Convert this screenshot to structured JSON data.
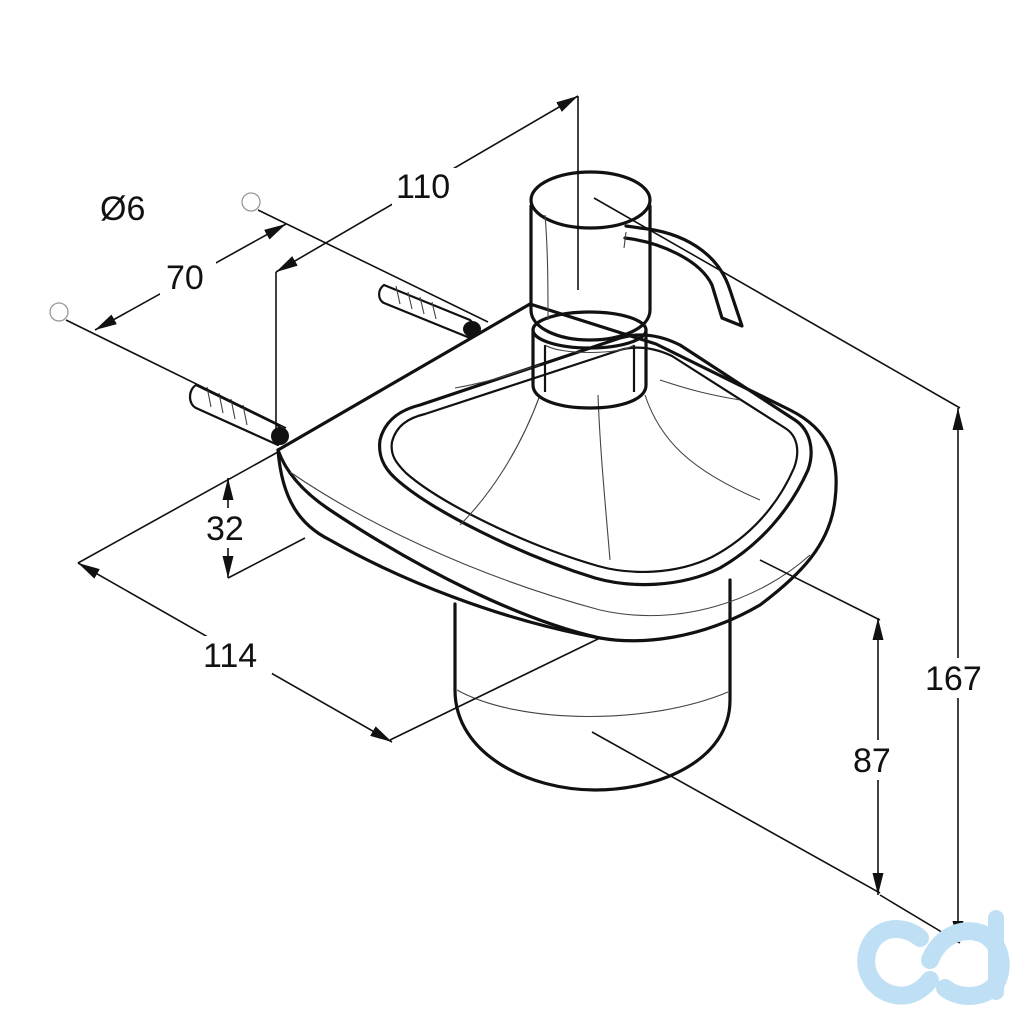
{
  "diagram": {
    "dimensions": {
      "hole_diameter": "Ø6",
      "hole_spacing": "70",
      "wall_to_pump": "110",
      "base_thickness": "32",
      "width": "114",
      "glass_height": "87",
      "total_height": "167"
    },
    "watermark": {
      "text": "cd",
      "color": "#bfe0f4"
    }
  }
}
